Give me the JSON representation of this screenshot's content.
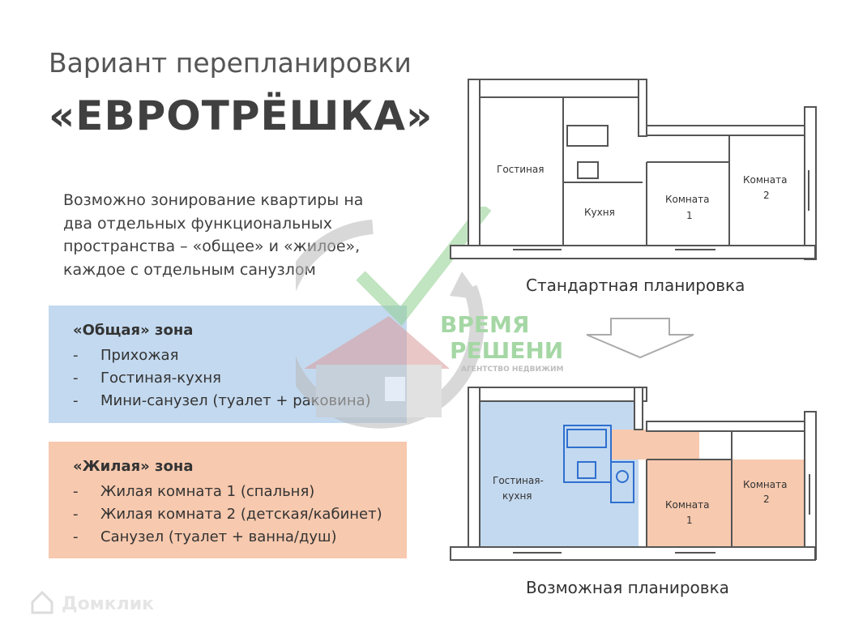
{
  "subtitle": "Вариант перепланировки",
  "title": "«ЕВРОТРЁШКА»",
  "description": "Возможно зонирование квартиры на два отдельных функциональных пространства – «общее» и «жилое», каждое с отдельным санузлом",
  "zones": {
    "common": {
      "title": "«Общая» зона",
      "items": [
        "Прихожая",
        "Гостиная-кухня",
        "Мини-санузел (туалет + раковина)"
      ],
      "color": "#c3d9ef"
    },
    "living": {
      "title": "«Жилая» зона",
      "items": [
        "Жилая комната 1 (спальня)",
        "Жилая комната 2 (детская/кабинет)",
        "Санузел (туалет + ванна/душ)"
      ],
      "color": "#f7c9ae"
    }
  },
  "bullet": "-",
  "plans": {
    "standard": {
      "caption": "Стандартная планировка",
      "rooms": {
        "living": "Гостиная",
        "kitchen": "Кухня",
        "room1_a": "Комната",
        "room1_b": "1",
        "room2_a": "Комната",
        "room2_b": "2"
      }
    },
    "possible": {
      "caption": "Возможная планировка",
      "rooms": {
        "living_a": "Гостиная-",
        "living_b": "кухня",
        "room1_a": "Комната",
        "room1_b": "1",
        "room2_a": "Комната",
        "room2_b": "2"
      }
    }
  },
  "watermark": {
    "line1": "ВРЕМЯ",
    "line2": "РЕШЕНИЙ",
    "line3": "АГЕНТСТВО НЕДВИЖИМОСТИ"
  },
  "brand": "Домклик",
  "colors": {
    "common_zone": "#c3d9ef",
    "living_zone": "#f7c9ae",
    "wall": "#555555",
    "new_walls": "#2f6fd0",
    "watermark_green": "#5cb85c"
  }
}
